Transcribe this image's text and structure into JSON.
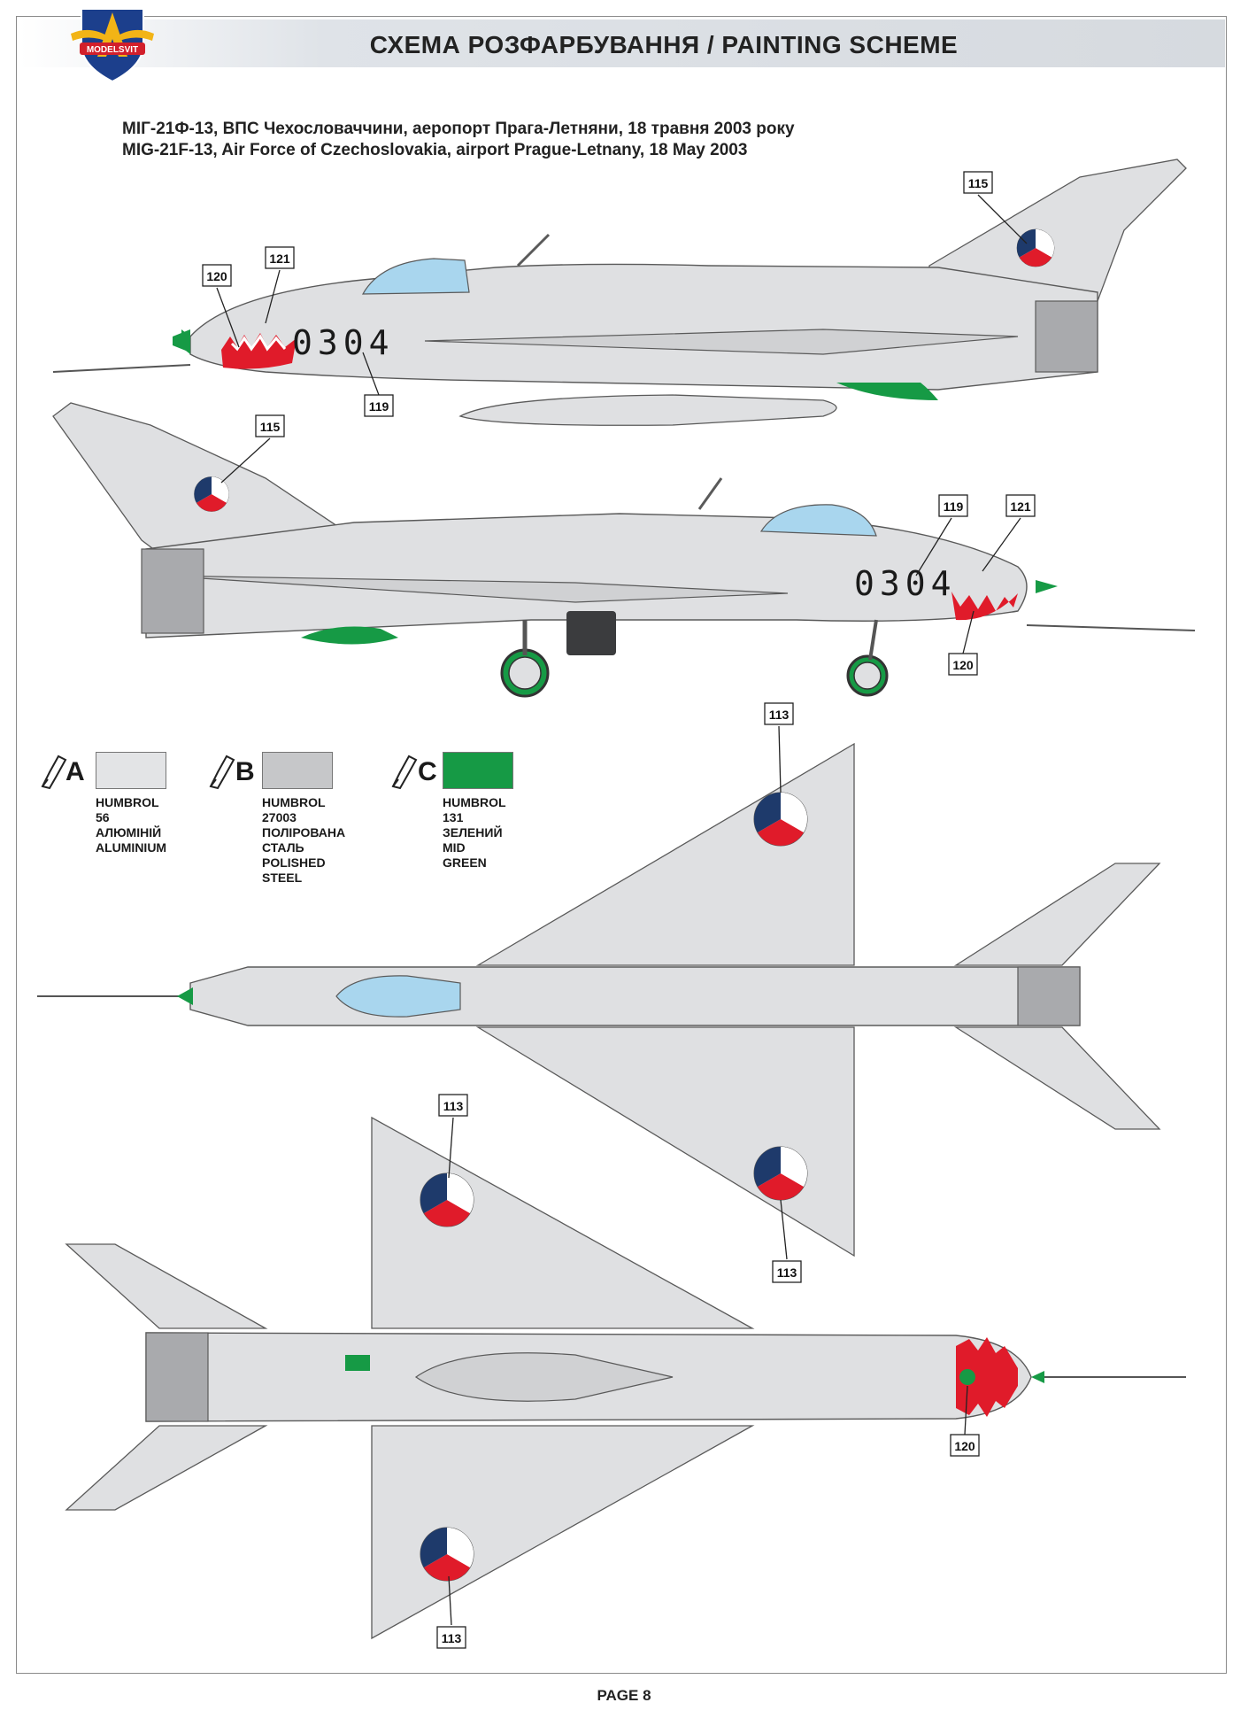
{
  "header": {
    "title": "СХЕМА РОЗФАРБУВАННЯ  / PAINTING  SCHEME",
    "logo_text": "MODELSVIT"
  },
  "caption": {
    "line_ua": "МІГ-21Ф-13, ВПС Чехословаччини, аеропорт Прага-Летняни, 18 травня 2003 року",
    "line_en": "MIG-21F-13, Air Force of Czechoslovakia, airport Prague-Letnany, 18 May 2003"
  },
  "aircraft": {
    "serial": "0304",
    "callouts": {
      "roundel_fin": "115",
      "serial_marking": "119",
      "nose_mouth": "120",
      "small_marking": "121",
      "wing_roundel": "113"
    }
  },
  "paints": [
    {
      "letter": "A",
      "brand": "HUMBROL 56",
      "name_ua": "АЛЮМІНІЙ",
      "name_en": "ALUMINIUM",
      "color": "#e3e4e6"
    },
    {
      "letter": "B",
      "brand": "HUMBROL 27003",
      "name_ua": "ПОЛІРОВАНА СТАЛЬ",
      "name_en": "POLISHED STEEL",
      "color": "#c6c7c9"
    },
    {
      "letter": "C",
      "brand": "HUMBROL 131",
      "name_ua": "ЗЕЛЕНИЙ",
      "name_en": "MID GREEN",
      "color": "#169a45"
    }
  ],
  "colors": {
    "aluminium": "#dfe0e2",
    "steel": "#a9aaad",
    "green": "#169a45",
    "red": "#e01b2a",
    "blue": "#1e3a6b",
    "canopy": "#a9d6ee",
    "outline": "#5a5a5a"
  },
  "footer": {
    "page_label": "PAGE 8"
  }
}
